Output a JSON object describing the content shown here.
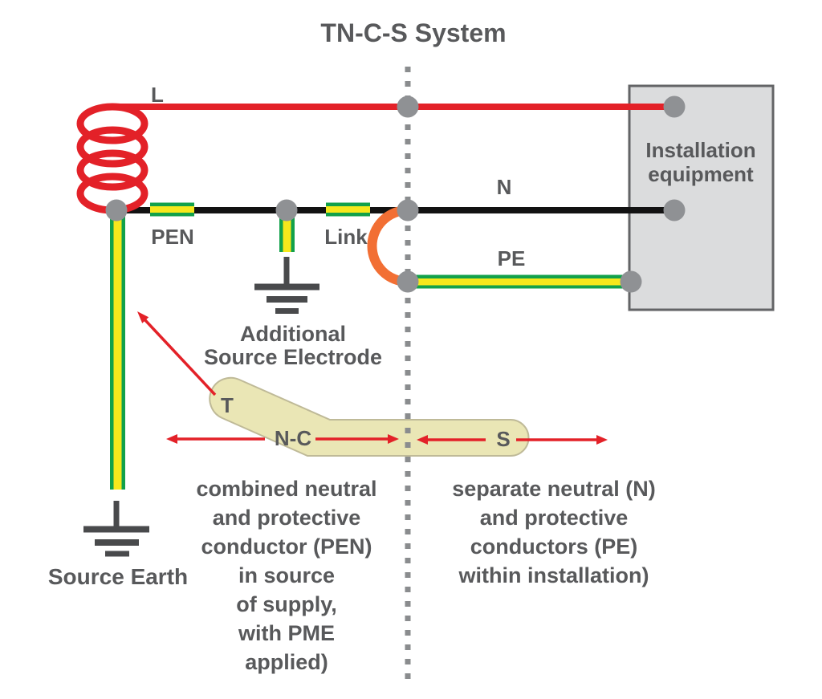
{
  "title": "TN-C-S System",
  "conductor_labels": {
    "line": "L",
    "neutral": "N",
    "protective_earth": "PE",
    "pen": "PEN",
    "link": "Link"
  },
  "region_labels": {
    "t": "T",
    "nc": "N-C",
    "s": "S"
  },
  "installation_box": {
    "line1": "Installation",
    "line2": "equipment"
  },
  "additional_electrode": {
    "line1": "Additional",
    "line2": "Source Electrode"
  },
  "source_earth": "Source Earth",
  "nc_note": {
    "lines": [
      "combined neutral",
      "and protective",
      "conductor (PEN)",
      "in source",
      "of supply,",
      "with PME",
      "applied)"
    ]
  },
  "s_note": {
    "lines": [
      "separate neutral (N)",
      "and protective",
      "conductors (PE)",
      "within installation)"
    ]
  },
  "colors": {
    "line_red": "#e32128",
    "neutral_black": "#121212",
    "earth_green": "#12a14b",
    "earth_yellow": "#f6e81c",
    "link_orange": "#f26f34",
    "node_gray": "#8f9194",
    "text_gray": "#58595b",
    "box_fill": "#dbdcdd",
    "box_border": "#636466",
    "tan_fill": "#eae6b5",
    "tan_border": "#bfba98",
    "dotted_gray": "#8a8c8e",
    "ground_dark": "#494a4c"
  }
}
